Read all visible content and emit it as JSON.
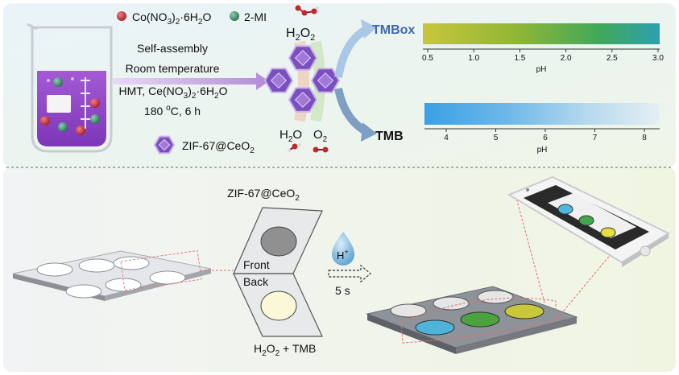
{
  "top": {
    "legend": {
      "co_salt": "Co(NO",
      "co_salt_sub1": "3",
      "co_salt_mid": ")",
      "co_salt_sub2": "2",
      "co_salt_end": "·6H",
      "co_salt_sub3": "2",
      "co_salt_tail": "O",
      "ligand": "2-MI"
    },
    "conditions": {
      "line1": "Self-assembly",
      "line2": "Room temperature",
      "line3_a": "HMT, Ce(NO",
      "line3_sub1": "3",
      "line3_b": ")",
      "line3_sub2": "2",
      "line3_c": "·6H",
      "line3_sub3": "2",
      "line3_d": "O",
      "line4": "180 ",
      "line4_sup": "o",
      "line4_b": "C, 6 h"
    },
    "h2o2": "H",
    "h2o2_sub1": "2",
    "h2o2_mid": "O",
    "h2o2_sub2": "2",
    "h2o": "H",
    "h2o_sub": "2",
    "h2o_end": "O",
    "o2": "O",
    "o2_sub": "2",
    "catalyst_a": "ZIF-67@CeO",
    "catalyst_sub": "2",
    "tmbox": "TMBox",
    "tmb": "TMB",
    "scale_top": {
      "ticks": [
        "0.5",
        "1.0",
        "1.5",
        "2.0",
        "2.5",
        "3.0"
      ],
      "xlabel": "pH",
      "colors": [
        "#c9c63a",
        "#8fb636",
        "#3fa85a",
        "#2f9fb0"
      ]
    },
    "scale_bottom": {
      "ticks": [
        "4",
        "5",
        "6",
        "7",
        "8"
      ],
      "xlabel": "pH",
      "colors": [
        "#3aa0e6",
        "#6db8e8",
        "#b7d9ee",
        "#e6eef3"
      ]
    }
  },
  "bottom": {
    "catalyst_a": "ZIF-67@CeO",
    "catalyst_sub": "2",
    "front": "Front",
    "back": "Back",
    "proton": "H",
    "proton_sup": "+",
    "time": "5 s",
    "reagent_a": "H",
    "reagent_sub1": "2",
    "reagent_b": "O",
    "reagent_sub2": "2",
    "reagent_c": " + TMB",
    "phone_dots": [
      "#4fb8e0",
      "#3fa84a",
      "#e6e03a"
    ],
    "chip_dots": [
      "#4fb3d9",
      "#4aa33c",
      "#c8c83a"
    ]
  }
}
